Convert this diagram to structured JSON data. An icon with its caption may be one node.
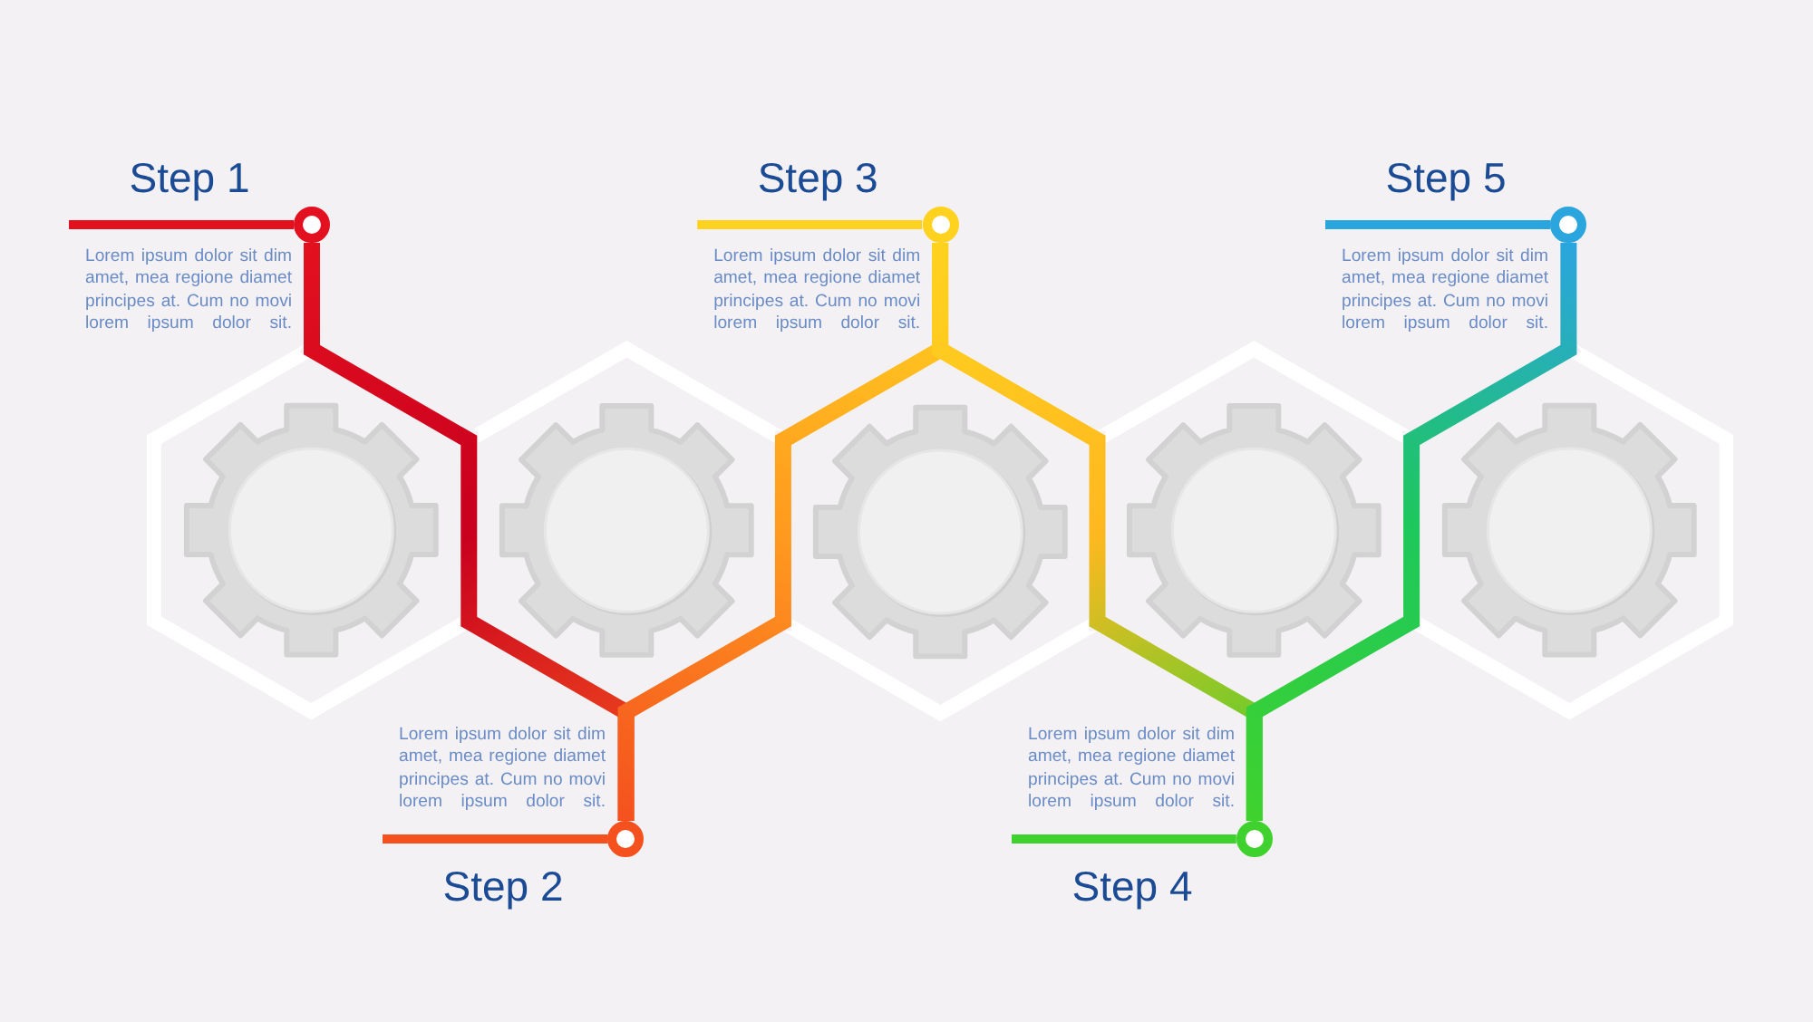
{
  "diagram": {
    "nodes": [
      {
        "text": [
          "Step 1",
          "Lorem ipsum dolor sit dim amet, mea regione diamet principes at. Cum no movi lorem ipsum dolor sit."
        ]
      },
      {
        "text": [
          "Lorem ipsum dolor sit dim amet, mea regione diamet principes at. Cum no movi lorem ipsum dolor sit.",
          "Step 2"
        ]
      },
      {
        "text": [
          "Step 3",
          "Lorem ipsum dolor sit dim amet, mea regione diamet principes at. Cum no movi lorem ipsum dolor sit."
        ]
      },
      {
        "text": [
          "Lorem ipsum dolor sit dim amet, mea regione diamet principes at. Cum no movi lorem ipsum dolor sit.",
          "Step 4"
        ]
      },
      {
        "text": [
          "Step 5",
          "Lorem ipsum dolor sit dim amet, mea regione diamet principes at. Cum no movi lorem ipsum dolor sit."
        ]
      },
      {
        "text": [],
        "shape": "circle"
      },
      {
        "text": [],
        "shape": "circle"
      },
      {
        "text": [],
        "shape": "circle"
      },
      {
        "text": [],
        "shape": "circle"
      },
      {
        "text": [],
        "shape": "circle"
      },
      {
        "text": [],
        "shape": "hexagon"
      },
      {
        "text": [],
        "shape": "hexagon"
      },
      {
        "text": [],
        "shape": "hexagon"
      },
      {
        "text": [],
        "shape": "hexagon"
      },
      {
        "text": [],
        "shape": "hexagon"
      }
    ],
    "edges": [
      {
        "from": 0,
        "to": 5,
        "arrow": "none",
        "color": "#e3101f"
      },
      {
        "from": 1,
        "to": 6,
        "arrow": "none",
        "color": "#f4511e"
      },
      {
        "from": 2,
        "to": 7,
        "arrow": "none",
        "color": "#ffd21f"
      },
      {
        "from": 3,
        "to": 8,
        "arrow": "none",
        "color": "#3fd22e"
      },
      {
        "from": 4,
        "to": 9,
        "arrow": "none",
        "color": "#2aa5de"
      },
      {
        "from": 5,
        "to": 6,
        "arrow": "none",
        "color": "#c8001e"
      },
      {
        "from": 6,
        "to": 7,
        "arrow": "none",
        "color": "#ff9a1f"
      },
      {
        "from": 7,
        "to": 8,
        "arrow": "none",
        "color": "#ffb81f"
      },
      {
        "from": 8,
        "to": 9,
        "arrow": "none",
        "color": "#1ec85a"
      }
    ]
  }
}
